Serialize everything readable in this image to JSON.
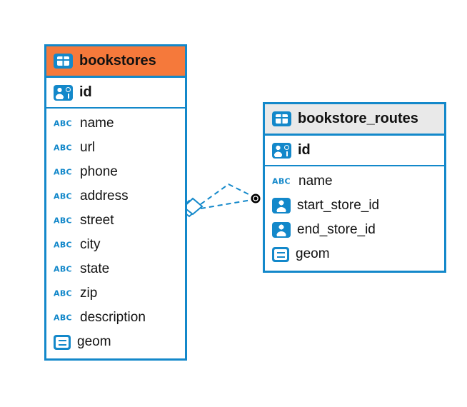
{
  "diagram": {
    "background_color": "#ffffff",
    "accent_color": "#1388ca",
    "tables": [
      {
        "name": "bookstores",
        "header_color": "#f5793b",
        "header_icon": "table-icon",
        "primary_key": {
          "name": "id",
          "icon": "person-key-icon"
        },
        "fields": [
          {
            "name": "name",
            "icon": "abc-icon"
          },
          {
            "name": "url",
            "icon": "abc-icon"
          },
          {
            "name": "phone",
            "icon": "abc-icon"
          },
          {
            "name": "address",
            "icon": "abc-icon"
          },
          {
            "name": "street",
            "icon": "abc-icon"
          },
          {
            "name": "city",
            "icon": "abc-icon"
          },
          {
            "name": "state",
            "icon": "abc-icon"
          },
          {
            "name": "zip",
            "icon": "abc-icon"
          },
          {
            "name": "description",
            "icon": "abc-icon"
          },
          {
            "name": "geom",
            "icon": "geometry-icon"
          }
        ]
      },
      {
        "name": "bookstore_routes",
        "header_color": "#e9e9e9",
        "header_icon": "table-icon",
        "primary_key": {
          "name": "id",
          "icon": "person-key-icon"
        },
        "fields": [
          {
            "name": "name",
            "icon": "abc-icon"
          },
          {
            "name": "start_store_id",
            "icon": "person-icon"
          },
          {
            "name": "end_store_id",
            "icon": "person-icon"
          },
          {
            "name": "geom",
            "icon": "geometry-icon"
          }
        ]
      }
    ],
    "connector": {
      "from_table": "bookstores",
      "to_table": "bookstore_routes",
      "line_style": "dashed",
      "line_count": 2,
      "left_marker": "diamond",
      "right_marker": "filled-circle",
      "line_color": "#1388ca"
    }
  }
}
